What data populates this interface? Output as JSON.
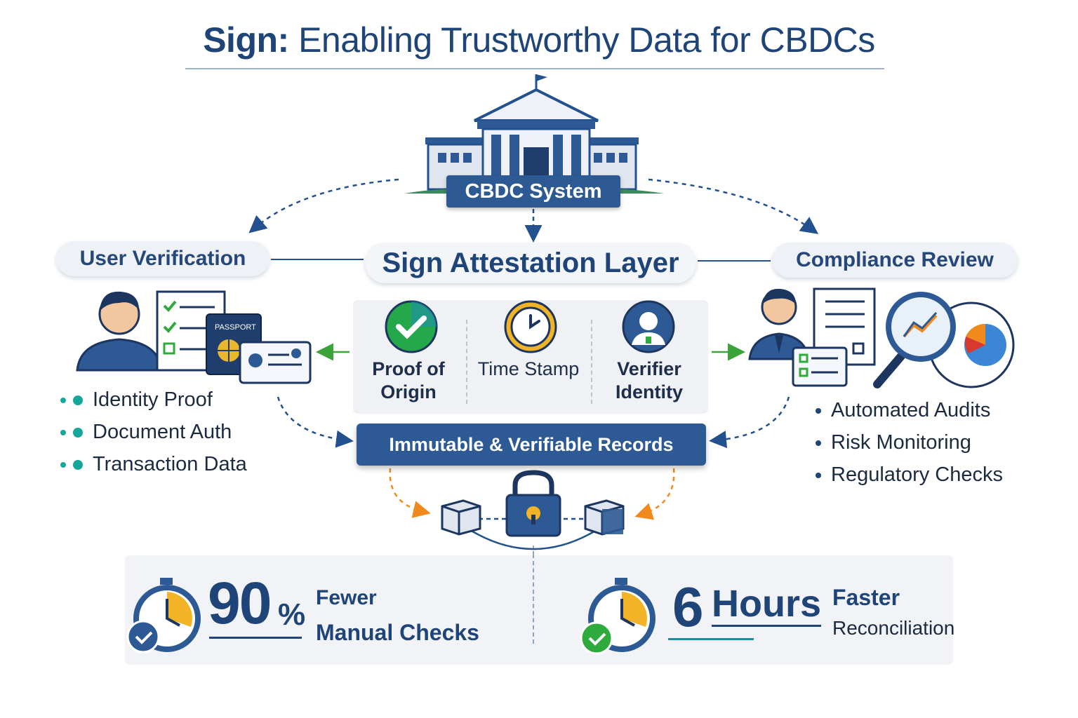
{
  "title": {
    "bold": "Sign:",
    "rest": " Enabling Trustworthy Data for CBDCs"
  },
  "center": {
    "system_label": "CBDC System",
    "layer_label": "Sign Attestation Layer",
    "attestations": [
      {
        "label": "Proof of Origin",
        "icon": "green-check-shield-icon"
      },
      {
        "label": "Time Stamp",
        "icon": "clock-icon"
      },
      {
        "label": "Verifier Identity",
        "icon": "verifier-person-icon"
      }
    ],
    "records_label": "Immutable & Verifiable Records"
  },
  "left": {
    "heading": "User Verification",
    "items": [
      "Identity Proof",
      "Document Auth",
      "Transaction Data"
    ],
    "passport_text": "PASSPORT"
  },
  "right": {
    "heading": "Compliance Review",
    "items": [
      "Automated Audits",
      "Risk Monitoring",
      "Regulatory Checks"
    ]
  },
  "stats": [
    {
      "value": "90",
      "unit": "%",
      "line1": "Fewer",
      "line2": "Manual Checks"
    },
    {
      "value": "6",
      "unit": "Hours",
      "line1": "Faster",
      "line2": "Reconciliation"
    }
  ],
  "colors": {
    "primary": "#1f4478",
    "accent_blue": "#2d5a94",
    "teal": "#16a79a",
    "green": "#2faa3c",
    "orange": "#f08a1c",
    "gold": "#f2b326"
  }
}
